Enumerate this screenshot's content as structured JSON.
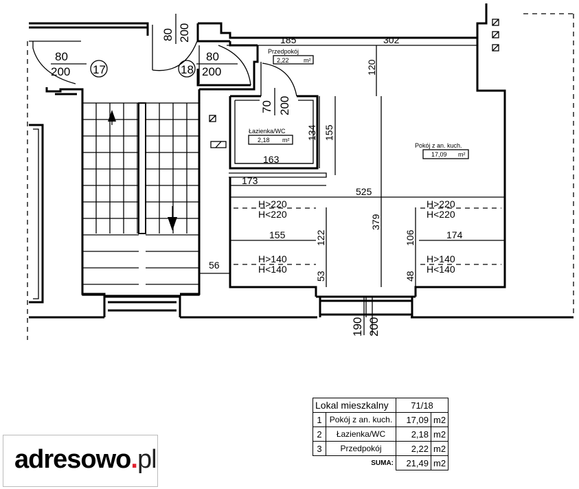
{
  "plan": {
    "doors": {
      "d17": {
        "width": "80",
        "height": "200",
        "number": "17"
      },
      "d18": {
        "width": "80",
        "height": "200",
        "number": "18"
      },
      "top": {
        "width": "80",
        "height": "200"
      },
      "bath": {
        "width": "70",
        "height": "200"
      },
      "window": {
        "width": "190",
        "height": "200"
      }
    },
    "dimensions": {
      "d185": "185",
      "d302": "302",
      "d120": "120",
      "d134": "134",
      "d155v": "155",
      "d163": "163",
      "d173": "173",
      "d525": "525",
      "d379": "379",
      "d122": "122",
      "d106": "106",
      "d155h": "155",
      "d174": "174",
      "d56": "56",
      "d53": "53",
      "d48": "48"
    },
    "heights": {
      "h220a": "H>220",
      "h220b": "H<220",
      "h140a": "H>140",
      "h140b": "H<140"
    },
    "rooms": {
      "przedpokoj": {
        "name": "Przedpokój",
        "area": "2,22",
        "unit": "m²"
      },
      "lazienka": {
        "name": "Łazienka/WC",
        "area": "2,18",
        "unit": "m²"
      },
      "pokoj": {
        "name": "Pokój z an. kuch.",
        "area": "17,09",
        "unit": "m²"
      }
    }
  },
  "legend": {
    "title": "Lokal mieszkalny",
    "code": "71/18",
    "rows": [
      {
        "no": "1",
        "name": "Pokój z an. kuch.",
        "area": "17,09",
        "unit": "m2"
      },
      {
        "no": "2",
        "name": "Łazienka/WC",
        "area": "2,18",
        "unit": "m2"
      },
      {
        "no": "3",
        "name": "Przedpokój",
        "area": "2,22",
        "unit": "m2"
      }
    ],
    "total_label": "SUMA:",
    "total_area": "21,49",
    "total_unit": "m2"
  },
  "logo": {
    "name": "adresowo",
    "dot": ".",
    "tld": "pl"
  }
}
